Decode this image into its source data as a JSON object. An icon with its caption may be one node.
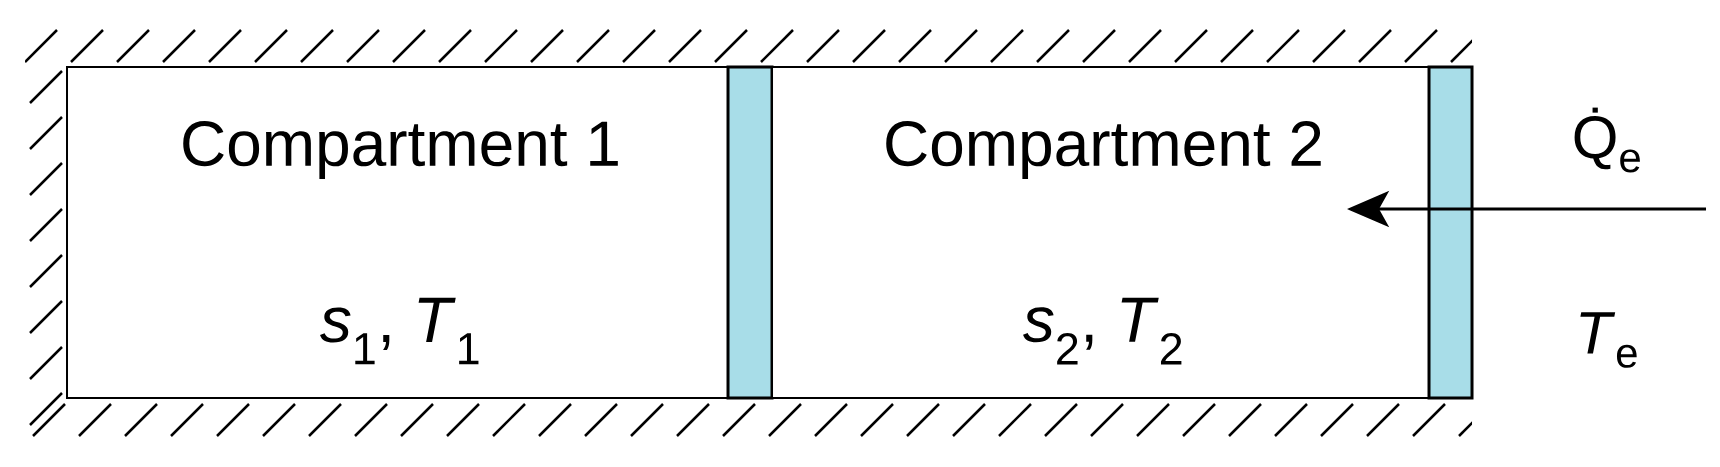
{
  "diagram": {
    "nodes": [
      {
        "text": [
          "Compartment 1",
          "*s*$_{1}$, *T*$_{1}$"
        ]
      },
      {
        "text": [],
        "shape": "bar"
      },
      {
        "text": [
          "Compartment 2",
          "*s*$_{2}$, *T*$_{2}$"
        ]
      },
      {
        "text": [],
        "shape": "bar"
      }
    ],
    "labels": [
      "Q̇$_{e}$",
      "*T*$_{e}$"
    ]
  }
}
